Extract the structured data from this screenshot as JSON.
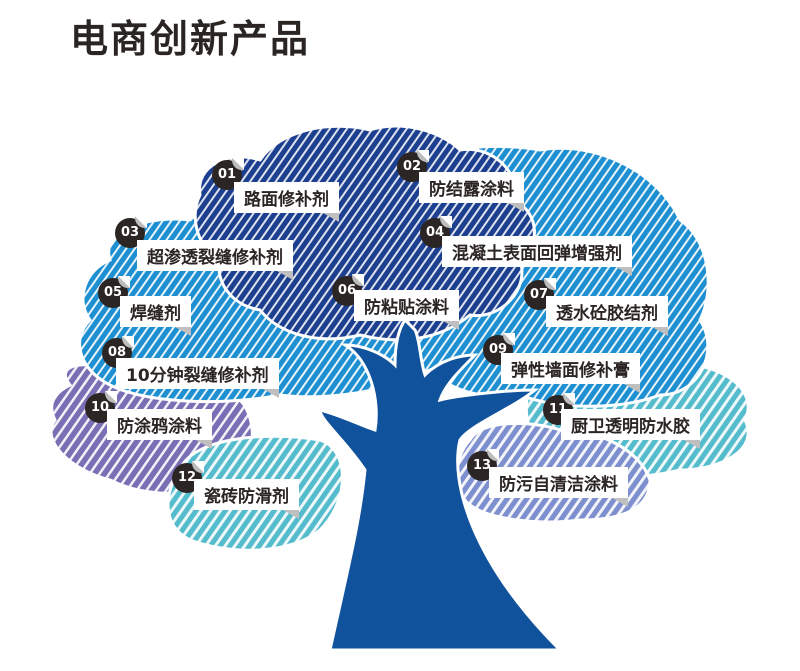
{
  "title": "电商创新产品",
  "colors": {
    "trunk": "#11529c",
    "crown_dark": "#1c3f8f",
    "crown_mid": "#1e8fd1",
    "crown_purple": "#7a6fb4",
    "crown_teal": "#54bccc",
    "crown_lavender": "#7d8fce",
    "badge": "#2b2523",
    "label_bg": "#ffffff",
    "label_text": "#2b2523"
  },
  "products": [
    {
      "num": "01",
      "name": "路面修补剂"
    },
    {
      "num": "02",
      "name": "防结露涂料"
    },
    {
      "num": "03",
      "name": "超渗透裂缝修补剂"
    },
    {
      "num": "04",
      "name": "混凝土表面回弹增强剂"
    },
    {
      "num": "05",
      "name": "焊缝剂"
    },
    {
      "num": "06",
      "name": "防粘贴涂料"
    },
    {
      "num": "07",
      "name": "透水砼胶结剂"
    },
    {
      "num": "08",
      "name": "10分钟裂缝修补剂"
    },
    {
      "num": "09",
      "name": "弹性墙面修补膏"
    },
    {
      "num": "10",
      "name": "防涂鸦涂料"
    },
    {
      "num": "11",
      "name": "厨卫透明防水胶"
    },
    {
      "num": "12",
      "name": "瓷砖防滑剂"
    },
    {
      "num": "13",
      "name": "防污自清洁涂料"
    }
  ]
}
